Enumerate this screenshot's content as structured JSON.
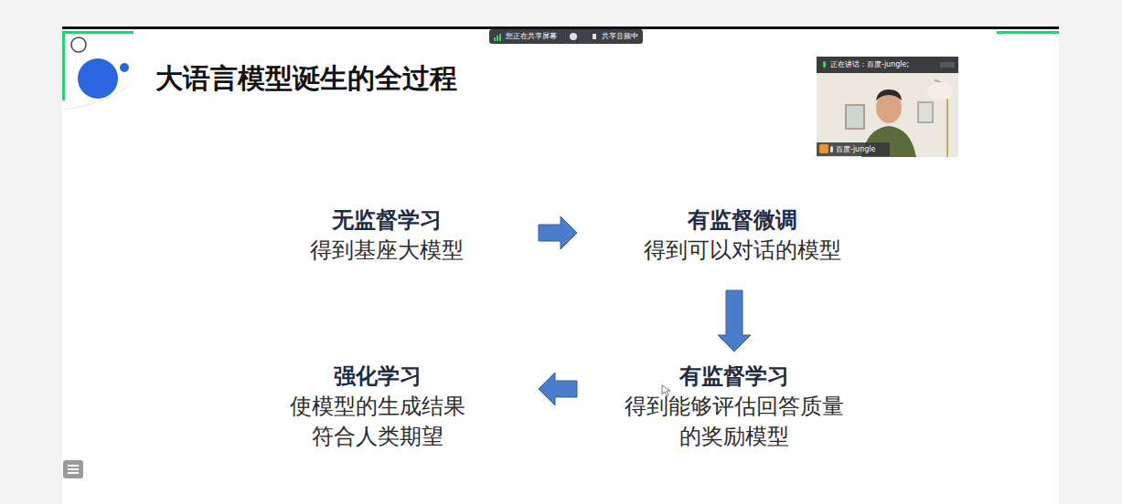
{
  "diagram": {
    "title": "大语言模型诞生的全过程",
    "nodes": [
      {
        "text": [
          "无监督学习",
          "得到基座大模型"
        ]
      },
      {
        "text": [
          "有监督微调",
          "得到可以对话的模型"
        ]
      },
      {
        "text": [
          "强化学习",
          "使模型的生成结果 符合人类期望"
        ]
      },
      {
        "text": [
          "有监督学习",
          "得到能够评估回答质量 的奖励模型"
        ]
      }
    ],
    "edges": [
      {
        "from": 0,
        "to": 1,
        "arrow": "to"
      },
      {
        "from": 1,
        "to": 3,
        "arrow": "to"
      },
      {
        "from": 3,
        "to": 2,
        "arrow": "to"
      }
    ],
    "labels": [
      "您正在共享屏幕",
      "共享音频中",
      "正在讲话：百度-jungle;",
      "百度-jungle"
    ]
  }
}
